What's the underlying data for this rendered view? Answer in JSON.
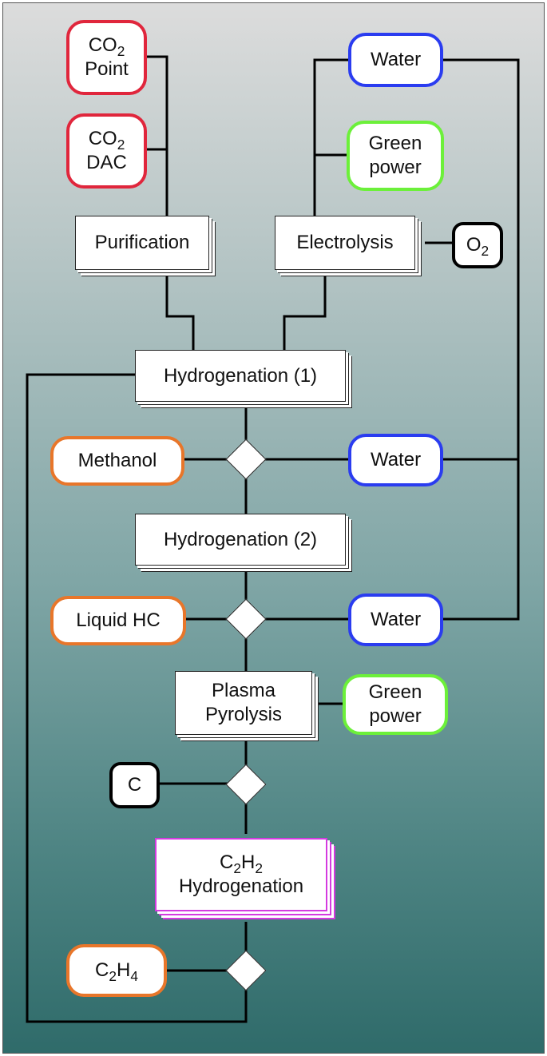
{
  "nodes": {
    "co2_point": {
      "formula": "CO",
      "sub": "2",
      "label": "Point"
    },
    "co2_dac": {
      "formula": "CO",
      "sub": "2",
      "label": "DAC"
    },
    "water_top": "Water",
    "green_power_top": {
      "line1": "Green",
      "line2": "power"
    },
    "purification": "Purification",
    "electrolysis": "Electrolysis",
    "o2": {
      "formula": "O",
      "sub": "2"
    },
    "hydrogenation_1": "Hydrogenation (1)",
    "methanol": "Methanol",
    "water_mid": "Water",
    "hydrogenation_2": "Hydrogenation (2)",
    "liquid_hc": "Liquid HC",
    "water_low": "Water",
    "plasma_pyrolysis": {
      "line1": "Plasma",
      "line2": "Pyrolysis"
    },
    "green_power_low": {
      "line1": "Green",
      "line2": "power"
    },
    "carbon": "C",
    "c2h2_hydrogenation": {
      "a": "C",
      "a_sub": "2",
      "b": "H",
      "b_sub": "2",
      "label": "Hydrogenation"
    },
    "c2h4": {
      "a": "C",
      "a_sub": "2",
      "b": "H",
      "b_sub": "4"
    }
  },
  "colors": {
    "co2_border": "#e0263c",
    "water_border": "#2a3cf0",
    "power_border": "#6cf03a",
    "product_border": "#e8762a",
    "byproduct_border": "#000000",
    "c2h2_border": "#d43ae0"
  }
}
